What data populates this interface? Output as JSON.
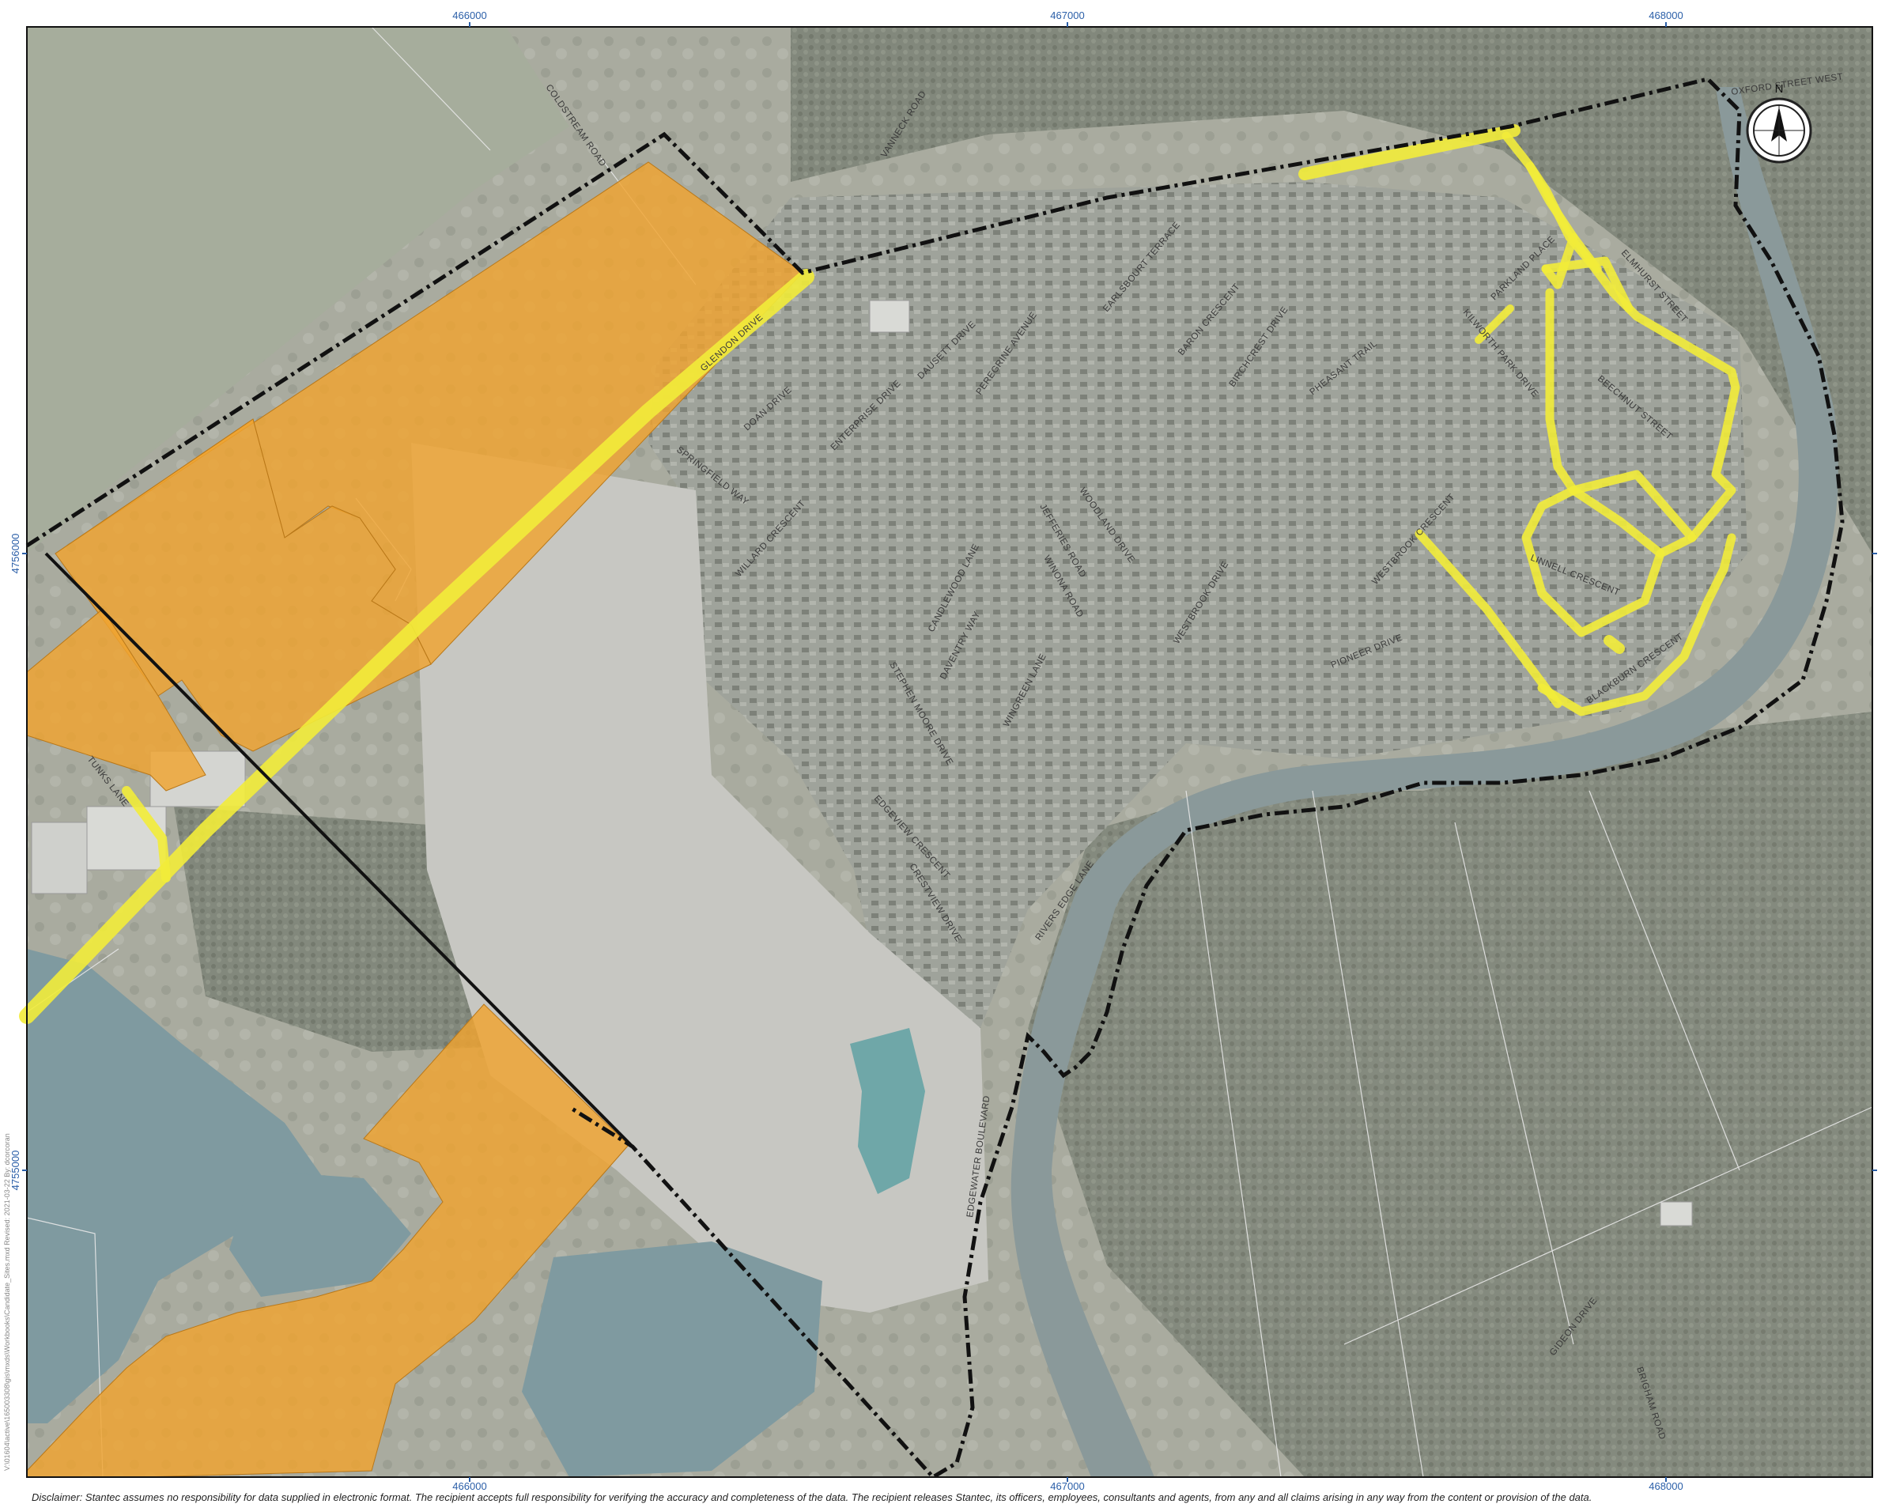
{
  "map": {
    "easting_ticks": [
      "466000",
      "467000",
      "468000"
    ],
    "northing_ticks": [
      "4756000",
      "4755000"
    ],
    "compass_label": "N",
    "side_path": "V:\\01604\\active\\165003308\\gis\\mxds\\Workbooks\\Candidate_Sites.mxd   Revised: 2021-03-22  By: dcorcoran",
    "disclaimer": "Disclaimer: Stantec assumes no responsibility for data supplied in electronic format. The recipient accepts full responsibility for verifying the accuracy and completeness of the data. The recipient releases Stantec, its officers, employees, consultants and agents, from any and all claims arising in any way from the content or provision of the data.",
    "road_labels": {
      "oxford": "OXFORD STREET WEST",
      "coldstream": "COLDSTREAM ROAD",
      "vanneck": "VANNECK ROAD",
      "glendon": "GLENDON DRIVE",
      "doan": "DOAN DRIVE",
      "enterprise": "ENTERPRISE DRIVE",
      "dausett": "DAUSETT DRIVE",
      "peregrine": "PEREGRINE AVENUE",
      "earlsbourt": "EARLSBOURT TERRACE",
      "baron": "BARON CRESCENT",
      "birchcrest": "BIRCHCREST DRIVE",
      "pheasant": "PHEASANT TRAIL",
      "kilworth": "KILWORTH PARK DRIVE",
      "parkland": "PARKLAND PLACE",
      "elmhurst": "ELMHURST STREET",
      "beechnut": "BEECHNUT STREET",
      "springfield": "SPRINGFIELD WAY",
      "willard": "WILLARD CRESCENT",
      "jefferies": "JEFFERIES ROAD",
      "woodland": "WOODLAND DRIVE",
      "westbrook_cres": "WESTBROOK CRESCENT",
      "linnell": "LINNELL CRESCENT",
      "blackburn": "BLACKBURN CRESCENT",
      "candlewood": "CANDLEWOOD LANE",
      "daventry": "DAVENTRY WAY",
      "winona": "WINONA ROAD",
      "westbrook_dr": "WESTBROOK DRIVE",
      "pioneer": "PIONEER DRIVE",
      "wingreen": "WINGREEN LANE",
      "stephen_moore": "STEPHEN MOORE DRIVE",
      "tunks": "TUNKS LANE",
      "edgeview": "EDGEVIEW CRESCENT",
      "crestview": "CRESTVIEW DRIVE",
      "rivers_edge": "RIVERS EDGE LANE",
      "edgewater": "EDGEWATER BOULEVARD",
      "gideon": "GIDEON DRIVE",
      "brigham": "BRIGHAM ROAD"
    },
    "colors": {
      "candidate_site_fill": "#f0a32f",
      "road_highlight": "#f2ec3a",
      "boundary": "#111111",
      "water": "#7f9aa0",
      "pond": "#3aa7d6",
      "grid_text": "#2b5fa8"
    },
    "icons": [
      "north-arrow-icon"
    ]
  }
}
